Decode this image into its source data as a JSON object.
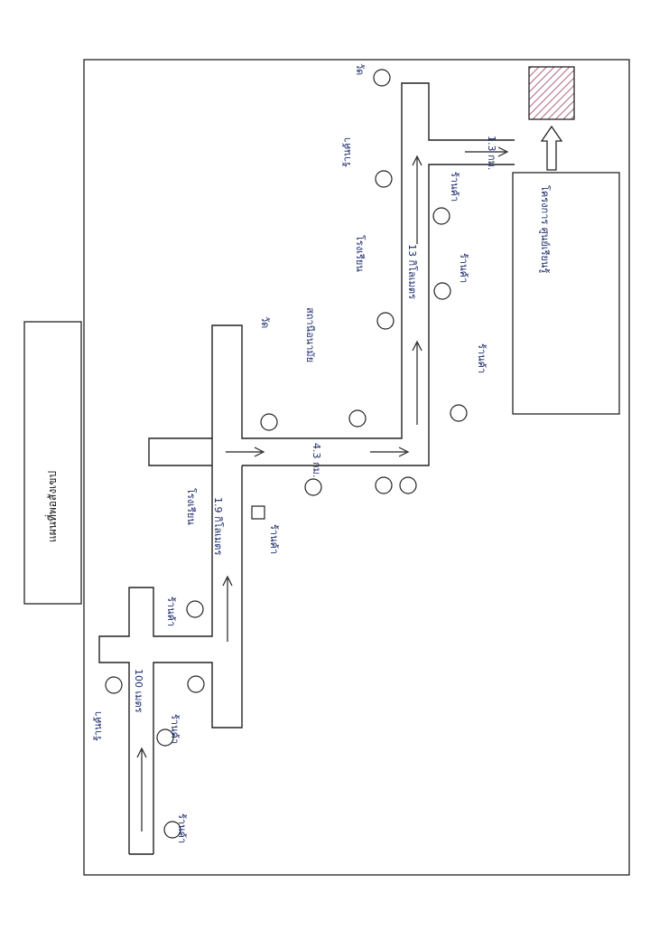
{
  "map": {
    "title": "แผนที่พอสังเขป",
    "landmarks": {
      "lm1": "ร้านค้า",
      "lm2": "ร้านค้า",
      "lm3": "ร้านค้า",
      "lm4": "ร้านค้า",
      "lm5": "โรงเรียน",
      "lm6": "วัด",
      "lm7": "สถานีอนามัย",
      "lm8": "ร้านค้า",
      "lm9": "โรงเรียน",
      "lm10": "ร้านค้า",
      "lm11": "วัด",
      "lm12": "ร้านค้า",
      "lm13": "ร้านค้า",
      "lm14": "ร้านค้า"
    },
    "distances": {
      "d1": "100 เมตร",
      "d2": "1.9 กิโลเมตร",
      "d3": "4.3 กม.",
      "d4": "13 กิโลเมตร",
      "d5": "1.3 กม."
    },
    "destination_note": "โครงการ ศูนย์เรียนรู้"
  },
  "colors": {
    "ink": "#1b2a6b",
    "line": "#222222",
    "target_hatch": "#b0607a"
  }
}
